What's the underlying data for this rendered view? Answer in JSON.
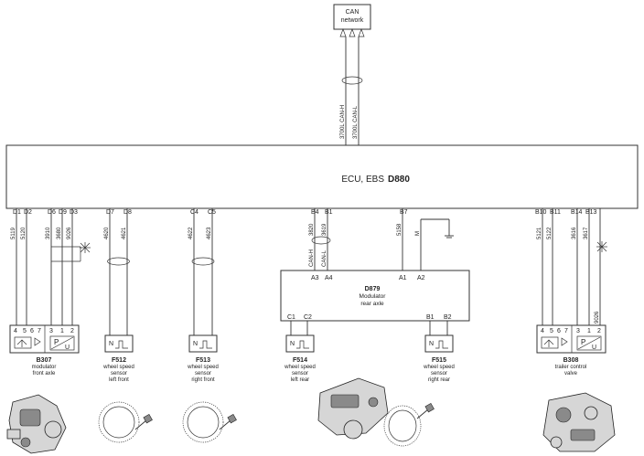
{
  "can_network": {
    "line1": "CAN",
    "line2": "network"
  },
  "ecu": {
    "label_prefix": "ECU, EBS",
    "label_code": "D880"
  },
  "top_pins": {
    "a3": "A3",
    "a1": "A1"
  },
  "top_wires": {
    "w1": "3700L CAN-H",
    "w2": "3700L CAN-L"
  },
  "bottom_pins": {
    "d1": "D1",
    "d2": "D2",
    "d6": "D6",
    "d9": "D9",
    "d3": "D3",
    "d7": "D7",
    "d8": "D8",
    "c4": "C4",
    "c5": "C5",
    "b4": "B4",
    "b1": "B1",
    "b7": "B7",
    "b10": "B10",
    "b11": "B11",
    "b14": "B14",
    "b13": "B13"
  },
  "wire_numbers": {
    "w5119": "5119",
    "w5120": "5120",
    "w3910": "3910",
    "w3680": "3680",
    "w9026a": "9026",
    "w4620": "4620",
    "w4621": "4621",
    "w4622": "4622",
    "w4623": "4623",
    "w3820": "3820",
    "w3619": "3619",
    "w5158": "5158",
    "wM": "M",
    "w5121": "5121",
    "w5122": "5122",
    "w3616": "3616",
    "w3617": "3617",
    "w9026b": "9026"
  },
  "can_h": "CAN-H",
  "can_l": "CAN-L",
  "modulator_rear": {
    "code": "D879",
    "line1": "Modulator",
    "line2": "rear axle",
    "pins_top": {
      "a3": "A3",
      "a4": "A4",
      "a1": "A1",
      "a2": "A2"
    },
    "pins_bottom": {
      "c1": "C1",
      "c2": "C2",
      "b1": "B1",
      "b2": "B2"
    }
  },
  "components": {
    "b307": {
      "code": "B307",
      "line1": "modulator",
      "line2": "front axle",
      "pins": [
        "4",
        "5",
        "6",
        "7",
        "3",
        "1",
        "2"
      ]
    },
    "f512": {
      "code": "F512",
      "line1": "wheel speed",
      "line2": "sensor",
      "line3": "left front"
    },
    "f513": {
      "code": "F513",
      "line1": "wheel speed",
      "line2": "sensor",
      "line3": "right front"
    },
    "f514": {
      "code": "F514",
      "line1": "wheel speed",
      "line2": "sensor",
      "line3": "left rear"
    },
    "f515": {
      "code": "F515",
      "line1": "wheel speed",
      "line2": "sensor",
      "line3": "right rear"
    },
    "b308": {
      "code": "B308",
      "line1": "trailer control",
      "line2": "valve",
      "pins": [
        "4",
        "5",
        "6",
        "7",
        "3",
        "1",
        "2"
      ]
    }
  },
  "symbols": {
    "n": "N",
    "p": "P",
    "u": "U"
  }
}
